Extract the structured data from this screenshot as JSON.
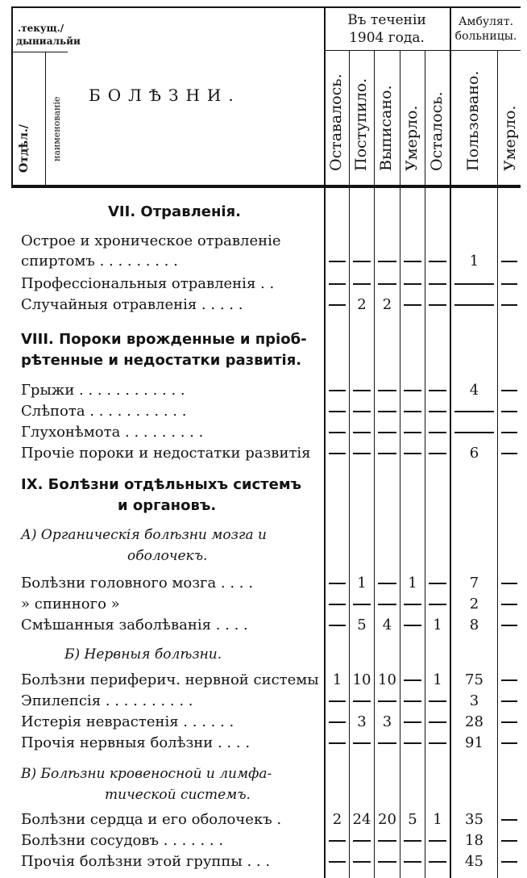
{
  "header": {
    "corner_line1": ".текущ./",
    "corner_line2": "дыниальйи",
    "corner_vert1": "Отдѣл./",
    "corner_vert2": "наименованіе",
    "title": "БОЛѢЗНИ.",
    "period_line1": "Въ теченіи",
    "period_line2": "1904 года.",
    "amb_line1": "Амбулят.",
    "amb_line2": "больницы.",
    "columns": [
      "Оставалось.",
      "Поступило.",
      "Выписано.",
      "Умерло.",
      "Осталось.",
      "Пользовано.",
      "Умерло."
    ]
  },
  "sections": {
    "s7": "VII. Отравленія.",
    "s8_line1": "VIII. Пороки врожденные и пріоб-",
    "s8_line2": "рѣтенные и недостатки развитія.",
    "s9_line1": "IX. Болѣзни отдѣльныхъ системъ",
    "s9_line2": "и органовъ.",
    "subA_line1": "А) Органическія болѣзни мозга и",
    "subA_line2": "оболочекъ.",
    "subB": "Б) Нервныя болѣзни.",
    "subV_line1": "В) Болѣзни кровеносной и лимфа-",
    "subV_line2": "тической системъ."
  },
  "rows": [
    {
      "label_line1": "Острое и хроническое отравленіе",
      "label": "спиртомъ . . . . . . . . .",
      "values": [
        "—",
        "—",
        "—",
        "—",
        "—",
        "1",
        "—"
      ]
    },
    {
      "label": "Профессіональныя отравленія . .",
      "values": [
        "—",
        "—",
        "—",
        "—",
        "—",
        "—",
        "—"
      ]
    },
    {
      "label": "Случайныя отравленія . . . . .",
      "values": [
        "—",
        "2",
        "2",
        "—",
        "—",
        "—",
        "—"
      ]
    },
    {
      "label": "Грыжи . . . . . . . . . . . .",
      "values": [
        "—",
        "—",
        "—",
        "—",
        "—",
        "4",
        "—"
      ]
    },
    {
      "label": "Слѣпота . . . . . . . . . . .",
      "values": [
        "—",
        "—",
        "—",
        "—",
        "—",
        "—",
        "—"
      ]
    },
    {
      "label": "Глухонѣмота . . . . . . . . .",
      "values": [
        "—",
        "—",
        "—",
        "—",
        "—",
        "—",
        "—"
      ]
    },
    {
      "label": "Прочіе пороки и недостатки развитія",
      "values": [
        "—",
        "—",
        "—",
        "—",
        "—",
        "6",
        "—"
      ]
    },
    {
      "label": "Болѣзни головного мозга . . . .",
      "values": [
        "—",
        "1",
        "—",
        "1",
        "—",
        "7",
        "—"
      ]
    },
    {
      "label": "» спинного » ",
      "values": [
        "—",
        "—",
        "—",
        "—",
        "—",
        "2",
        "—"
      ]
    },
    {
      "label": "Смѣшанныя заболѣванія . . . .",
      "values": [
        "—",
        "5",
        "4",
        "—",
        "1",
        "8",
        "—"
      ]
    },
    {
      "label": "Болѣзни периферич. нервной системы",
      "values": [
        "1",
        "10",
        "10",
        "—",
        "1",
        "75",
        "—"
      ]
    },
    {
      "label": "Эпилепсія . . . . . . . . . .",
      "values": [
        "—",
        "—",
        "—",
        "—",
        "—",
        "3",
        "—"
      ]
    },
    {
      "label": "Истерія неврастенія . . . . . .",
      "values": [
        "—",
        "3",
        "3",
        "—",
        "—",
        "28",
        "—"
      ]
    },
    {
      "label": "Прочія нервныя болѣзни . . . .",
      "values": [
        "—",
        "—",
        "—",
        "—",
        "—",
        "91",
        "—"
      ]
    },
    {
      "label": "Болѣзни сердца и его оболочекъ .",
      "values": [
        "2",
        "24",
        "20",
        "5",
        "1",
        "35",
        "—"
      ]
    },
    {
      "label": "Болѣзни сосудовъ . . . . . . .",
      "values": [
        "—",
        "—",
        "—",
        "—",
        "—",
        "18",
        "—"
      ]
    },
    {
      "label": "Прочія болѣзни этой группы . . .",
      "values": [
        "—",
        "—",
        "—",
        "—",
        "—",
        "45",
        "—"
      ]
    }
  ]
}
